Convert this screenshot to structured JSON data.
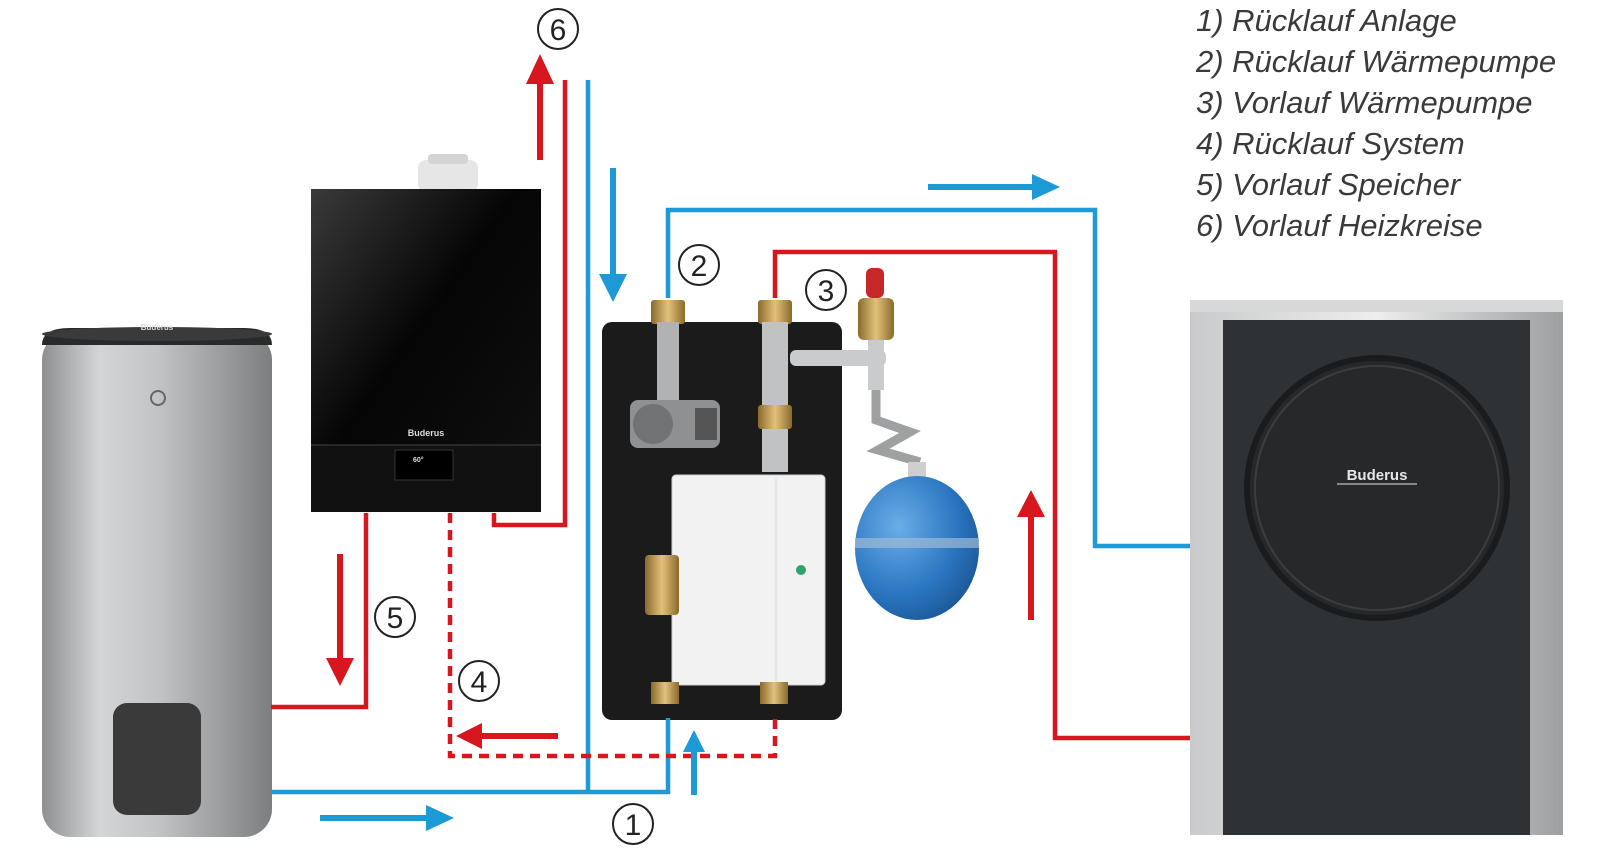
{
  "legend": [
    "1) Rücklauf Anlage",
    "2) Rücklauf Wärmepumpe",
    "3) Vorlauf Wärmepumpe",
    "4) Rücklauf System",
    "5) Vorlauf Speicher",
    "6) Vorlauf Heizkreise"
  ],
  "markers": {
    "m1": "1",
    "m2": "2",
    "m3": "3",
    "m4": "4",
    "m5": "5",
    "m6": "6"
  },
  "devices": {
    "tank_brand": "Buderus",
    "boiler_brand": "Buderus",
    "boiler_display": "60°",
    "heatpump_brand": "Buderus"
  },
  "colors": {
    "flow_hot": "#d7161e",
    "flow_cold": "#1d9ad6",
    "tank": "#b7b9bb",
    "boiler": "#0c0c0c",
    "heatpump": "#2f3234",
    "expansion_vessel": "#2a75c0"
  }
}
